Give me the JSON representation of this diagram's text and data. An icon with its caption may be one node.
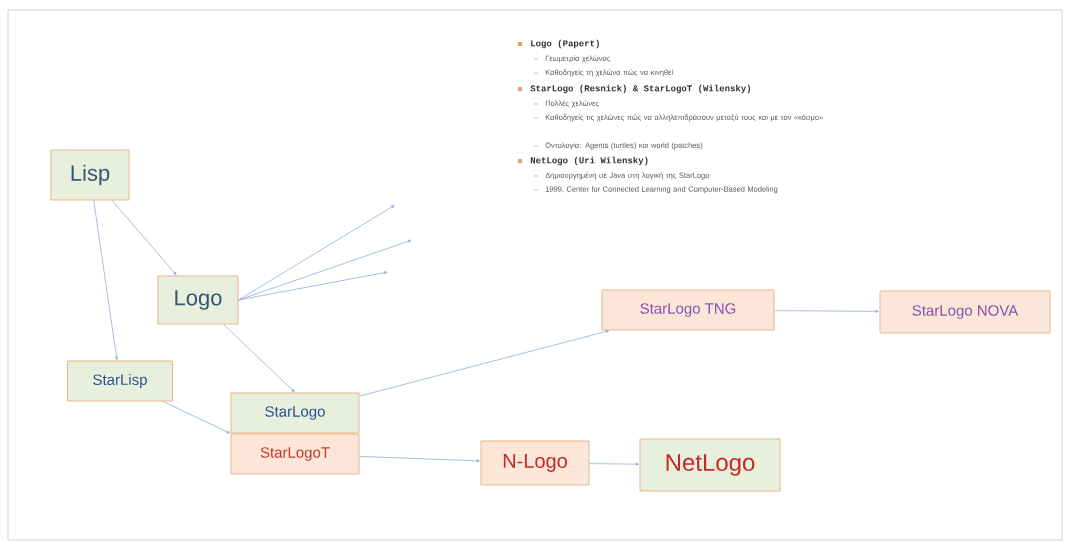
{
  "diagram": {
    "nodes": [
      {
        "text": [
          "Lisp"
        ]
      },
      {
        "text": [
          "Logo"
        ]
      },
      {
        "text": [
          "StarLisp"
        ]
      },
      {
        "text": [
          "StarLogo"
        ]
      },
      {
        "text": [
          "StarLogoT"
        ]
      },
      {
        "text": [
          "StarLogo TNG"
        ]
      },
      {
        "text": [
          "StarLogo NOVA"
        ]
      },
      {
        "text": [
          "N-Logo"
        ]
      },
      {
        "text": [
          "NetLogo"
        ]
      }
    ],
    "edges": [
      {
        "from": 0,
        "to": 1,
        "arrow": "to"
      },
      {
        "from": 0,
        "to": 2,
        "arrow": "to"
      },
      {
        "from": 1,
        "to": null,
        "arrow": "to"
      },
      {
        "from": 1,
        "to": null,
        "arrow": "to"
      },
      {
        "from": 1,
        "to": null,
        "arrow": "to"
      },
      {
        "from": 1,
        "to": 3,
        "arrow": "to"
      },
      {
        "from": 2,
        "to": 3,
        "arrow": "to"
      },
      {
        "from": 3,
        "to": 5,
        "arrow": "to"
      },
      {
        "from": 5,
        "to": 6,
        "arrow": "to"
      },
      {
        "from": 4,
        "to": 7,
        "arrow": "to"
      },
      {
        "from": 7,
        "to": 8,
        "arrow": "to"
      }
    ],
    "labels": [
      "Logo (Papert)",
      "Γεωμετρία χελώνας",
      "Καθοδηγείς τη χελώνα πώς να κινηθεί",
      "StarLogo (Resnick) & StarLogoT (Wilensky)",
      "Πολλές χελώνες",
      "Καθοδηγείς τις χελώνες πώς να αλληλεπιδράσουν μεταξύ τους και με τον «κόσμο»",
      "Οντολογία: Agents (turtles) και world (patches)",
      "NetLogo (Uri Wilensky)",
      "Δημιουργημένη σε Java στη λογική της StarLogo",
      "1999, Center for Connected Learning and Computer-Based Modeling"
    ]
  }
}
